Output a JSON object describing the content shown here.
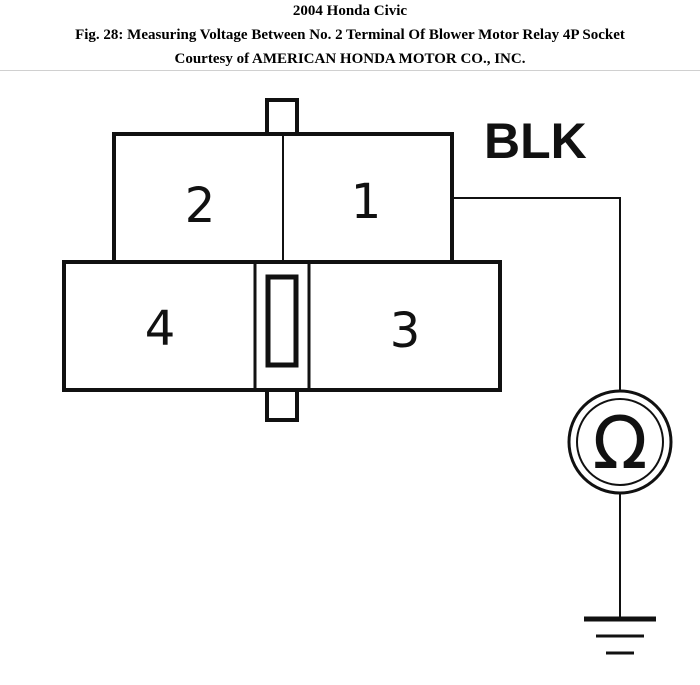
{
  "header": {
    "title": "2004 Honda Civic",
    "figure": "Fig. 28: Measuring Voltage Between No. 2 Terminal Of Blower Motor Relay 4P Socket",
    "courtesy": "Courtesy of AMERICAN HONDA MOTOR CO., INC."
  },
  "diagram": {
    "terminals": {
      "t1": "1",
      "t2": "2",
      "t3": "3",
      "t4": "4"
    },
    "wire_color": "BLK",
    "meter_symbol": "Ω",
    "icons": [
      "ohmmeter-icon",
      "ground-icon"
    ]
  }
}
